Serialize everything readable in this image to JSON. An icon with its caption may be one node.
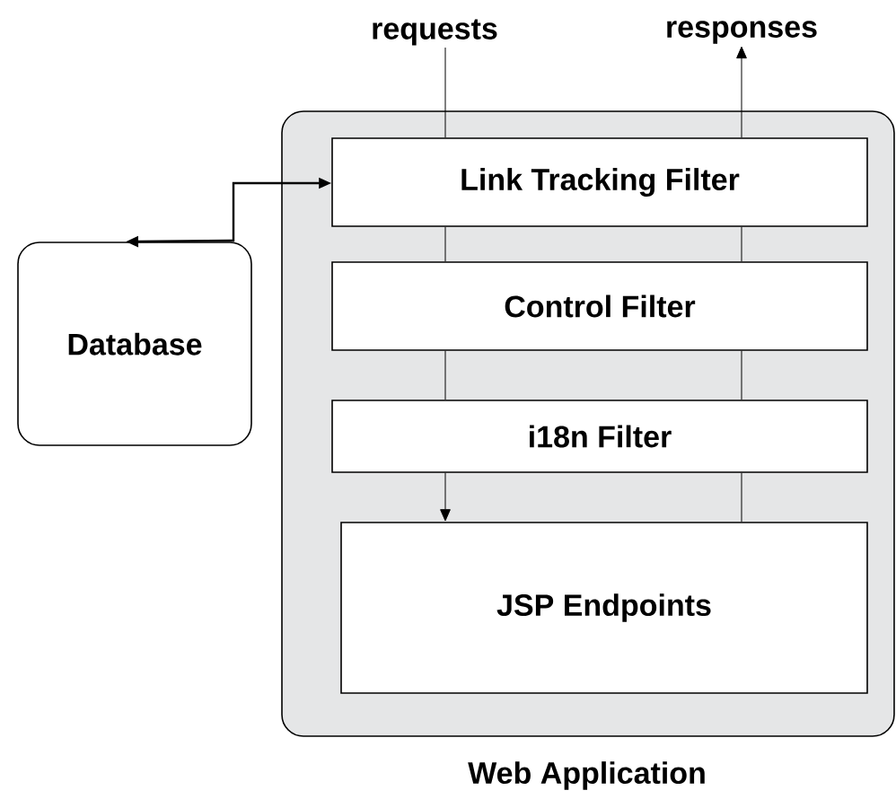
{
  "diagram": {
    "nodes": [
      {
        "text": [
          "requests"
        ]
      },
      {
        "text": [
          "responses"
        ]
      },
      {
        "text": [
          "Web Application"
        ]
      },
      {
        "text": [
          "Link Tracking Filter"
        ],
        "in": 2
      },
      {
        "text": [
          "Control Filter"
        ],
        "in": 2
      },
      {
        "text": [
          "i18n Filter"
        ],
        "in": 2
      },
      {
        "text": [
          "JSP Endpoints"
        ],
        "in": 2
      },
      {
        "text": [
          "Database"
        ]
      }
    ],
    "edges": [
      {
        "from": 0,
        "to": 3,
        "arrow": "none"
      },
      {
        "from": 3,
        "to": 4,
        "arrow": "none"
      },
      {
        "from": 4,
        "to": 5,
        "arrow": "none"
      },
      {
        "from": 5,
        "to": 6,
        "arrow": "to"
      },
      {
        "from": 6,
        "to": 5,
        "arrow": "none"
      },
      {
        "from": 5,
        "to": 4,
        "arrow": "none"
      },
      {
        "from": 4,
        "to": 3,
        "arrow": "none"
      },
      {
        "from": 3,
        "to": 1,
        "arrow": "to"
      },
      {
        "from": 7,
        "to": 3,
        "arrow": "both"
      }
    ]
  }
}
